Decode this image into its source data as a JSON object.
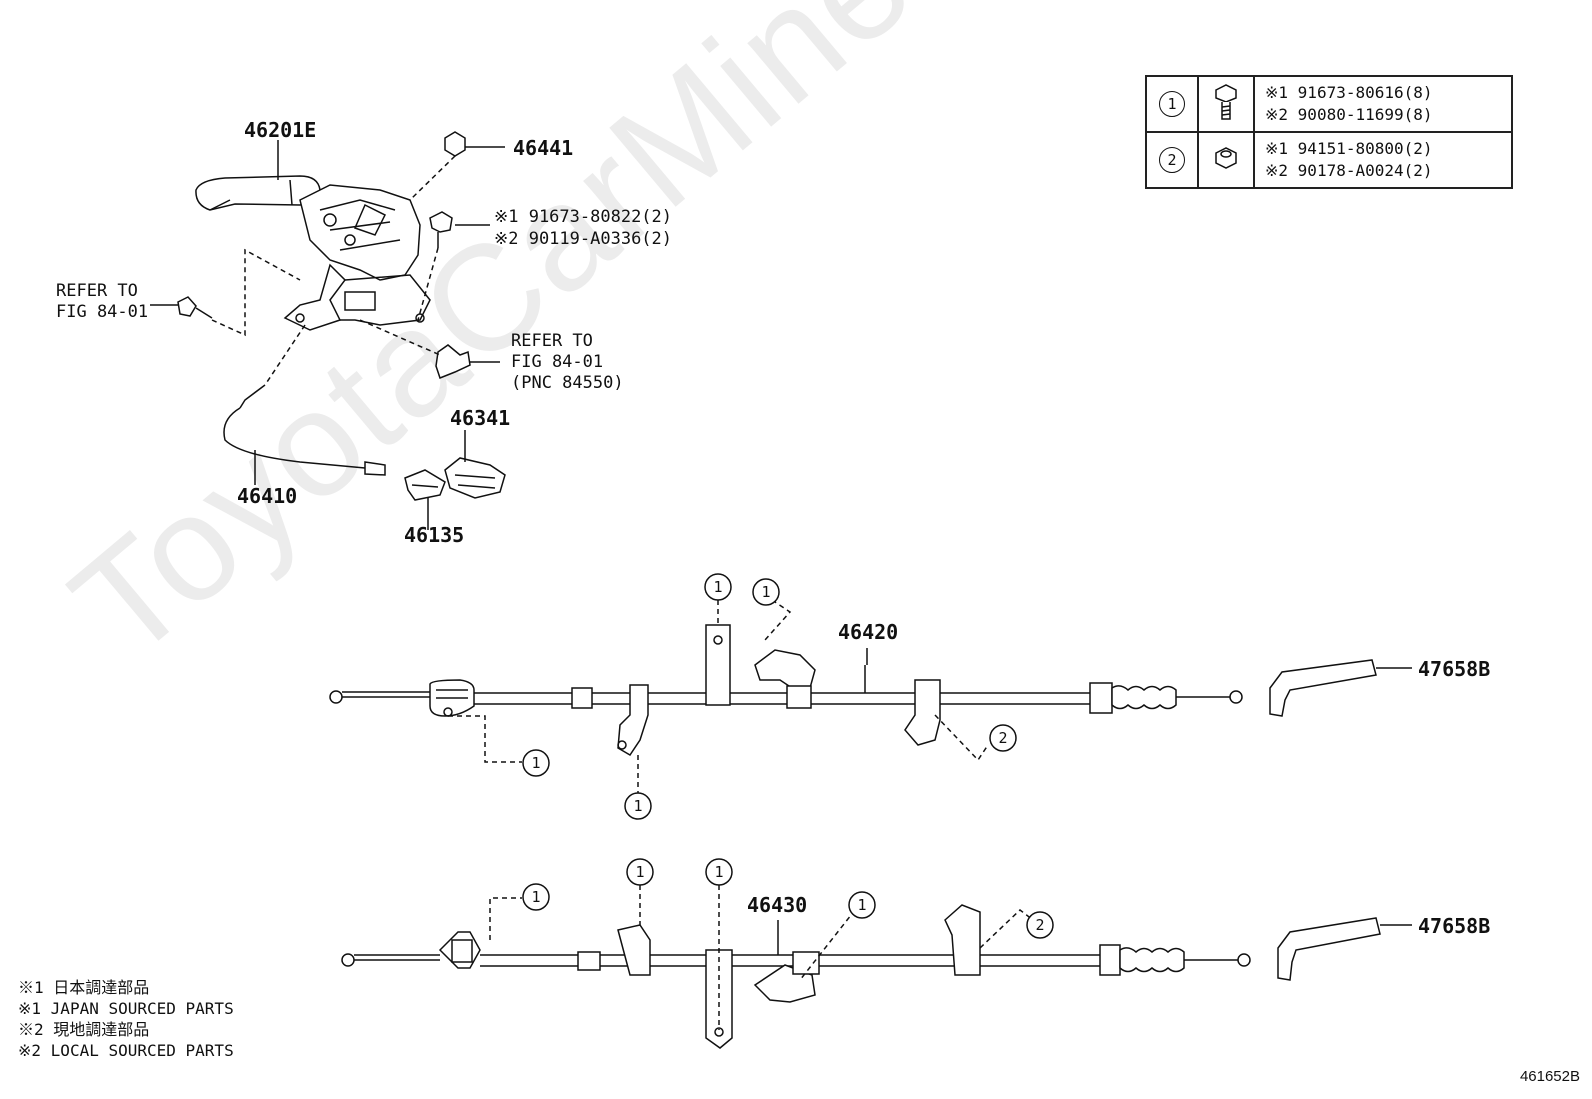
{
  "watermark": "ToyotaCarMine.ru",
  "legend_table": [
    {
      "ref": "1",
      "icon": "bolt-icon",
      "lines": [
        "※1 91673-80616(8)",
        "※2 90080-11699(8)"
      ]
    },
    {
      "ref": "2",
      "icon": "nut-icon",
      "lines": [
        "※1 94151-80800(2)",
        "※2 90178-A0024(2)"
      ]
    }
  ],
  "labels": {
    "p46201E": "46201E",
    "p46441": "46441",
    "bolt_pn1": "※1 91673-80822(2)",
    "bolt_pn2": "※2 90119-A0336(2)",
    "refer_left_1": "REFER TO",
    "refer_left_2": "FIG 84-01",
    "refer_right_1": "REFER TO",
    "refer_right_2": "FIG 84-01",
    "refer_right_3": "(PNC 84550)",
    "p46341": "46341",
    "p46410": "46410",
    "p46135": "46135",
    "p46420": "46420",
    "p46430": "46430",
    "p47658B_1": "47658B",
    "p47658B_2": "47658B"
  },
  "callouts": [
    "1",
    "1",
    "1",
    "1",
    "2",
    "1",
    "1",
    "1",
    "1",
    "2"
  ],
  "notes": [
    "※1 日本調達部品",
    "※1 JAPAN SOURCED PARTS",
    "※2 現地調達部品",
    "※2 LOCAL SOURCED PARTS"
  ],
  "figure_id": "461652B"
}
